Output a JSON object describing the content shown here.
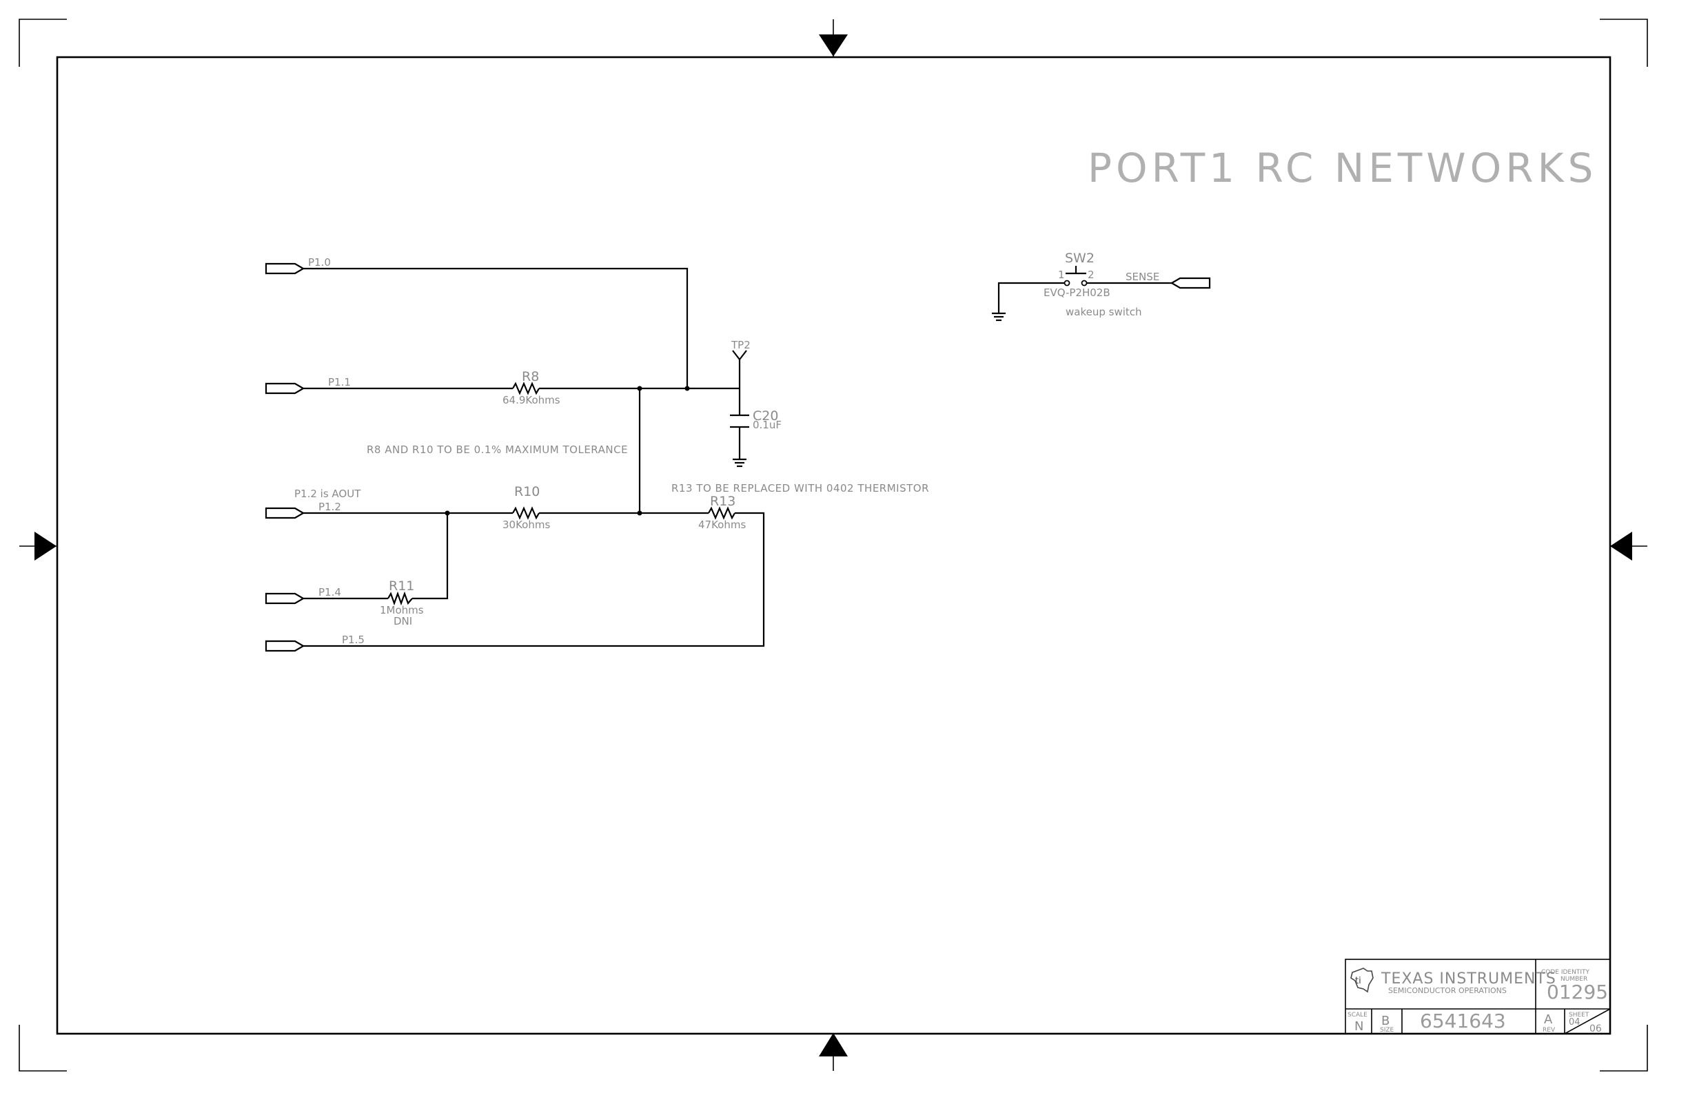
{
  "title": "PORT1 RC NETWORKS",
  "ports": {
    "p10": "P1.0",
    "p11": "P1.1",
    "p12": "P1.2",
    "p12_note": "P1.2 is AOUT",
    "p14": "P1.4",
    "p15": "P1.5",
    "sense": "SENSE"
  },
  "components": {
    "r8": {
      "ref": "R8",
      "value": "64.9Kohms"
    },
    "r10": {
      "ref": "R10",
      "value": "30Kohms"
    },
    "r11": {
      "ref": "R11",
      "value": "1Mohms",
      "extra": "DNI"
    },
    "r13": {
      "ref": "R13",
      "value": "47Kohms"
    },
    "c20": {
      "ref": "C20",
      "value": "0.1uF"
    },
    "tp2": {
      "ref": "TP2"
    },
    "sw2": {
      "ref": "SW2",
      "part": "EVQ-P2H02B",
      "desc": "wakeup switch",
      "pin1": "1",
      "pin2": "2"
    }
  },
  "notes": {
    "tolerance": "R8 AND R10 TO BE 0.1% MAXIMUM TOLERANCE",
    "thermistor": "R13 TO BE REPLACED WITH 0402 THERMISTOR"
  },
  "title_block": {
    "company": "TEXAS INSTRUMENTS",
    "division": "SEMICONDUCTOR OPERATIONS",
    "code_identity_label": "CODE IDENTITY",
    "number_label": "NUMBER",
    "code_number": "01295",
    "scale_label": "SCALE",
    "scale_value": "N",
    "size_value": "B",
    "size_label": "SIZE",
    "drawing_number": "6541643",
    "rev_value": "A",
    "rev_label": "REV",
    "sheet_label": "SHEET",
    "sheet_number": "04",
    "sheet_total": "06"
  }
}
